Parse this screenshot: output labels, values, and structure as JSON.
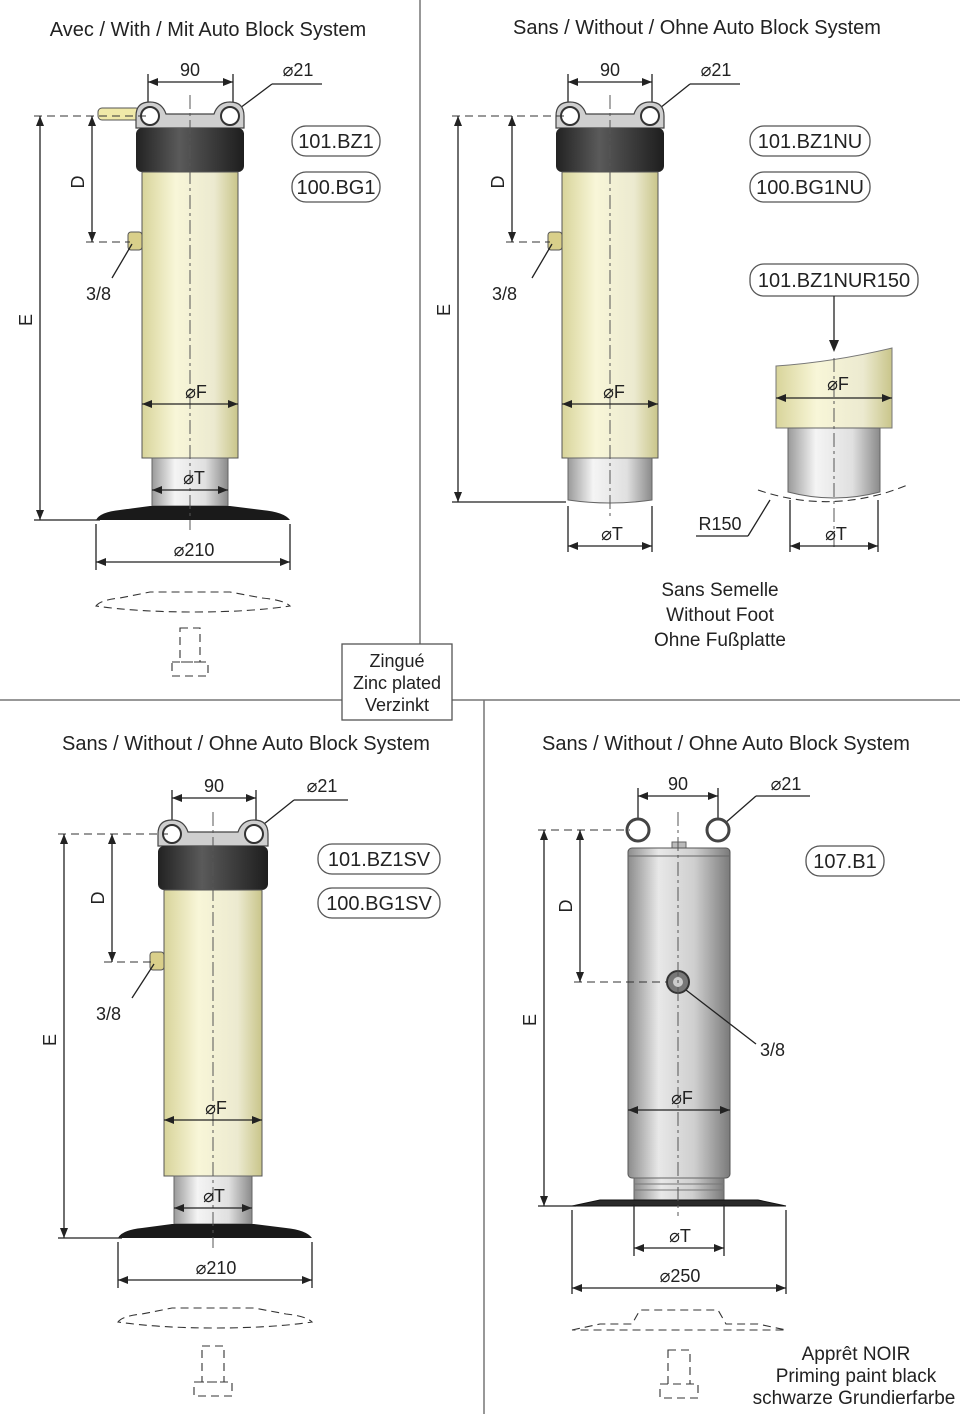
{
  "panels": {
    "top_left": {
      "title": "Avec / With / Mit Auto Block System",
      "dim_width": "90",
      "dim_hole": "⌀21",
      "dim_d": "D",
      "dim_e": "E",
      "dim_thread": "3/8",
      "dim_f": "⌀F",
      "dim_t": "⌀T",
      "dim_foot": "⌀210",
      "codes": [
        "101.BZ1",
        "100.BG1"
      ]
    },
    "top_right": {
      "title": "Sans / Without / Ohne Auto Block System",
      "dim_width": "90",
      "dim_hole": "⌀21",
      "dim_d": "D",
      "dim_e": "E",
      "dim_thread": "3/8",
      "dim_f": "⌀F",
      "dim_t": "⌀T",
      "codes": [
        "101.BZ1NU",
        "100.BG1NU"
      ],
      "variant_code": "101.BZ1NUR150",
      "variant_f": "⌀F",
      "variant_t": "⌀T",
      "variant_radius": "R150",
      "note": [
        "Sans Semelle",
        "Without Foot",
        "Ohne Fußplatte"
      ]
    },
    "center_box": [
      "Zingué",
      "Zinc plated",
      "Verzinkt"
    ],
    "bottom_left": {
      "title": "Sans / Without / Ohne Auto Block System",
      "dim_width": "90",
      "dim_hole": "⌀21",
      "dim_d": "D",
      "dim_e": "E",
      "dim_thread": "3/8",
      "dim_f": "⌀F",
      "dim_t": "⌀T",
      "dim_foot": "⌀210",
      "codes": [
        "101.BZ1SV",
        "100.BG1SV"
      ]
    },
    "bottom_right": {
      "title": "Sans / Without / Ohne Auto Block System",
      "dim_width": "90",
      "dim_hole": "⌀21",
      "dim_d": "D",
      "dim_e": "E",
      "dim_thread": "3/8",
      "dim_f": "⌀F",
      "dim_t": "⌀T",
      "dim_foot": "⌀250",
      "codes": [
        "107.B1"
      ],
      "note": [
        "Apprêt NOIR",
        "Priming paint black",
        "schwarze Grundierfarbe"
      ]
    }
  },
  "colors": {
    "body_yellow": "#f2f0c8",
    "head_dark": "#3d3d3d",
    "steel": "#d9d9d9",
    "foot_black": "#1a1a1a"
  }
}
